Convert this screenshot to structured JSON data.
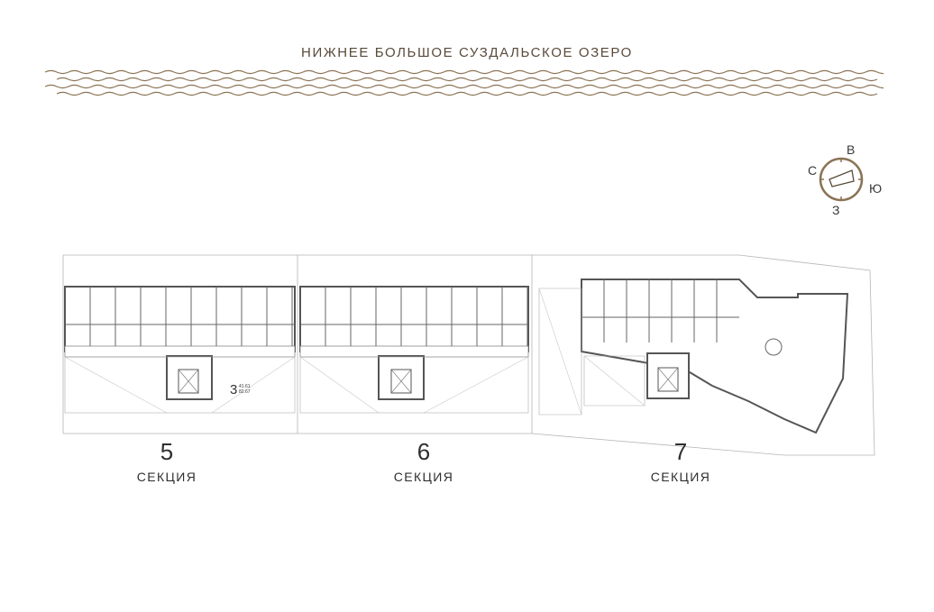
{
  "lake": {
    "title": "НИЖНЕЕ БОЛЬШОЕ СУЗДАЛЬСКОЕ ОЗЕРО"
  },
  "compass": {
    "north": "С",
    "east": "В",
    "south": "Ю",
    "west": "З"
  },
  "sections": [
    {
      "number": "5",
      "label": "СЕКЦИЯ"
    },
    {
      "number": "6",
      "label": "СЕКЦИЯ"
    },
    {
      "number": "7",
      "label": "СЕКЦИЯ"
    }
  ],
  "highlight_apartment": {
    "rooms": "3",
    "area_top": "41.61",
    "area_bottom": "82.67"
  },
  "colors": {
    "accent": "#8b7355",
    "wall": "#555555",
    "thin": "#9a9a9a"
  }
}
